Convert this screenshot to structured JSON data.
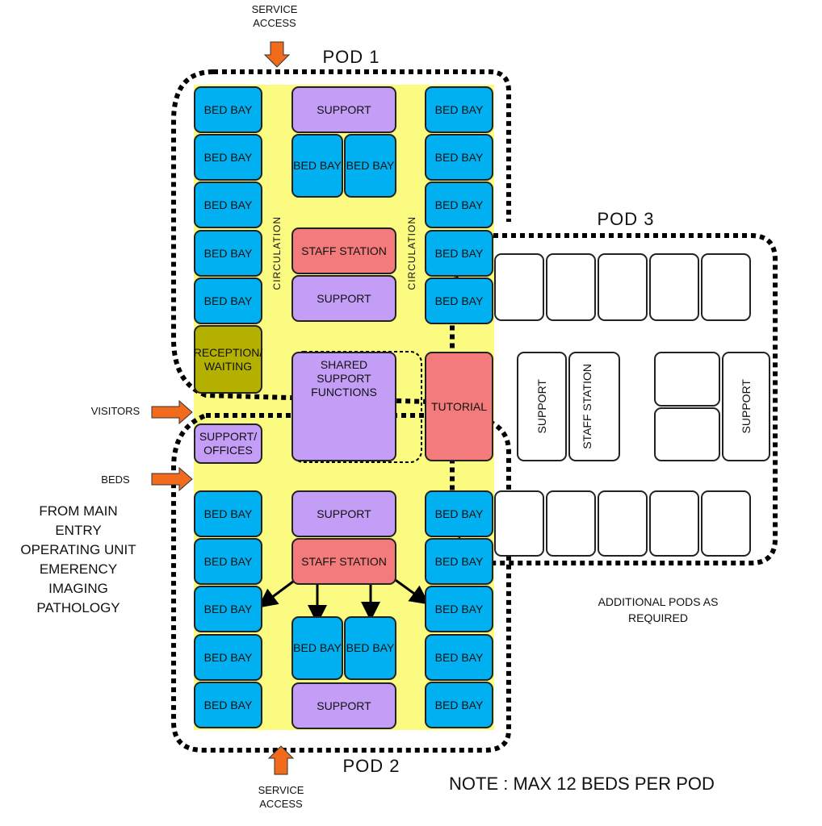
{
  "labels": {
    "pod1": "POD  1",
    "pod2": "POD  2",
    "pod3": "POD  3",
    "service_access_top": "SERVICE ACCESS",
    "service_access_bottom": "SERVICE ACCESS",
    "visitors": "VISITORS",
    "beds": "BEDS",
    "from_list": "FROM MAIN ENTRY OPERATING UNIT EMERENCY IMAGING PATHOLOGY",
    "additional_pods": "ADDITIONAL PODS AS REQUIRED",
    "note": "NOTE : MAX 12 BEDS PER POD",
    "circulation_left": "CIRCULATION",
    "circulation_right": "CIRCULATION"
  },
  "rooms": {
    "bed_bay": "BED BAY",
    "support": "SUPPORT",
    "staff_station": "STAFF STATION",
    "reception_waiting": "RECEPTION/ WAITING",
    "shared_support": "SHARED SUPPORT FUNCTIONS",
    "tutorial": "TUTORIAL",
    "support_offices": "SUPPORT/ OFFICES"
  },
  "colors": {
    "corridor": "#fbfb81",
    "bed_bay": "#00b0f0",
    "support": "#c49df7",
    "staff_station": "#f47b7b",
    "reception": "#b3b000",
    "arrow": "#f26a1b"
  }
}
